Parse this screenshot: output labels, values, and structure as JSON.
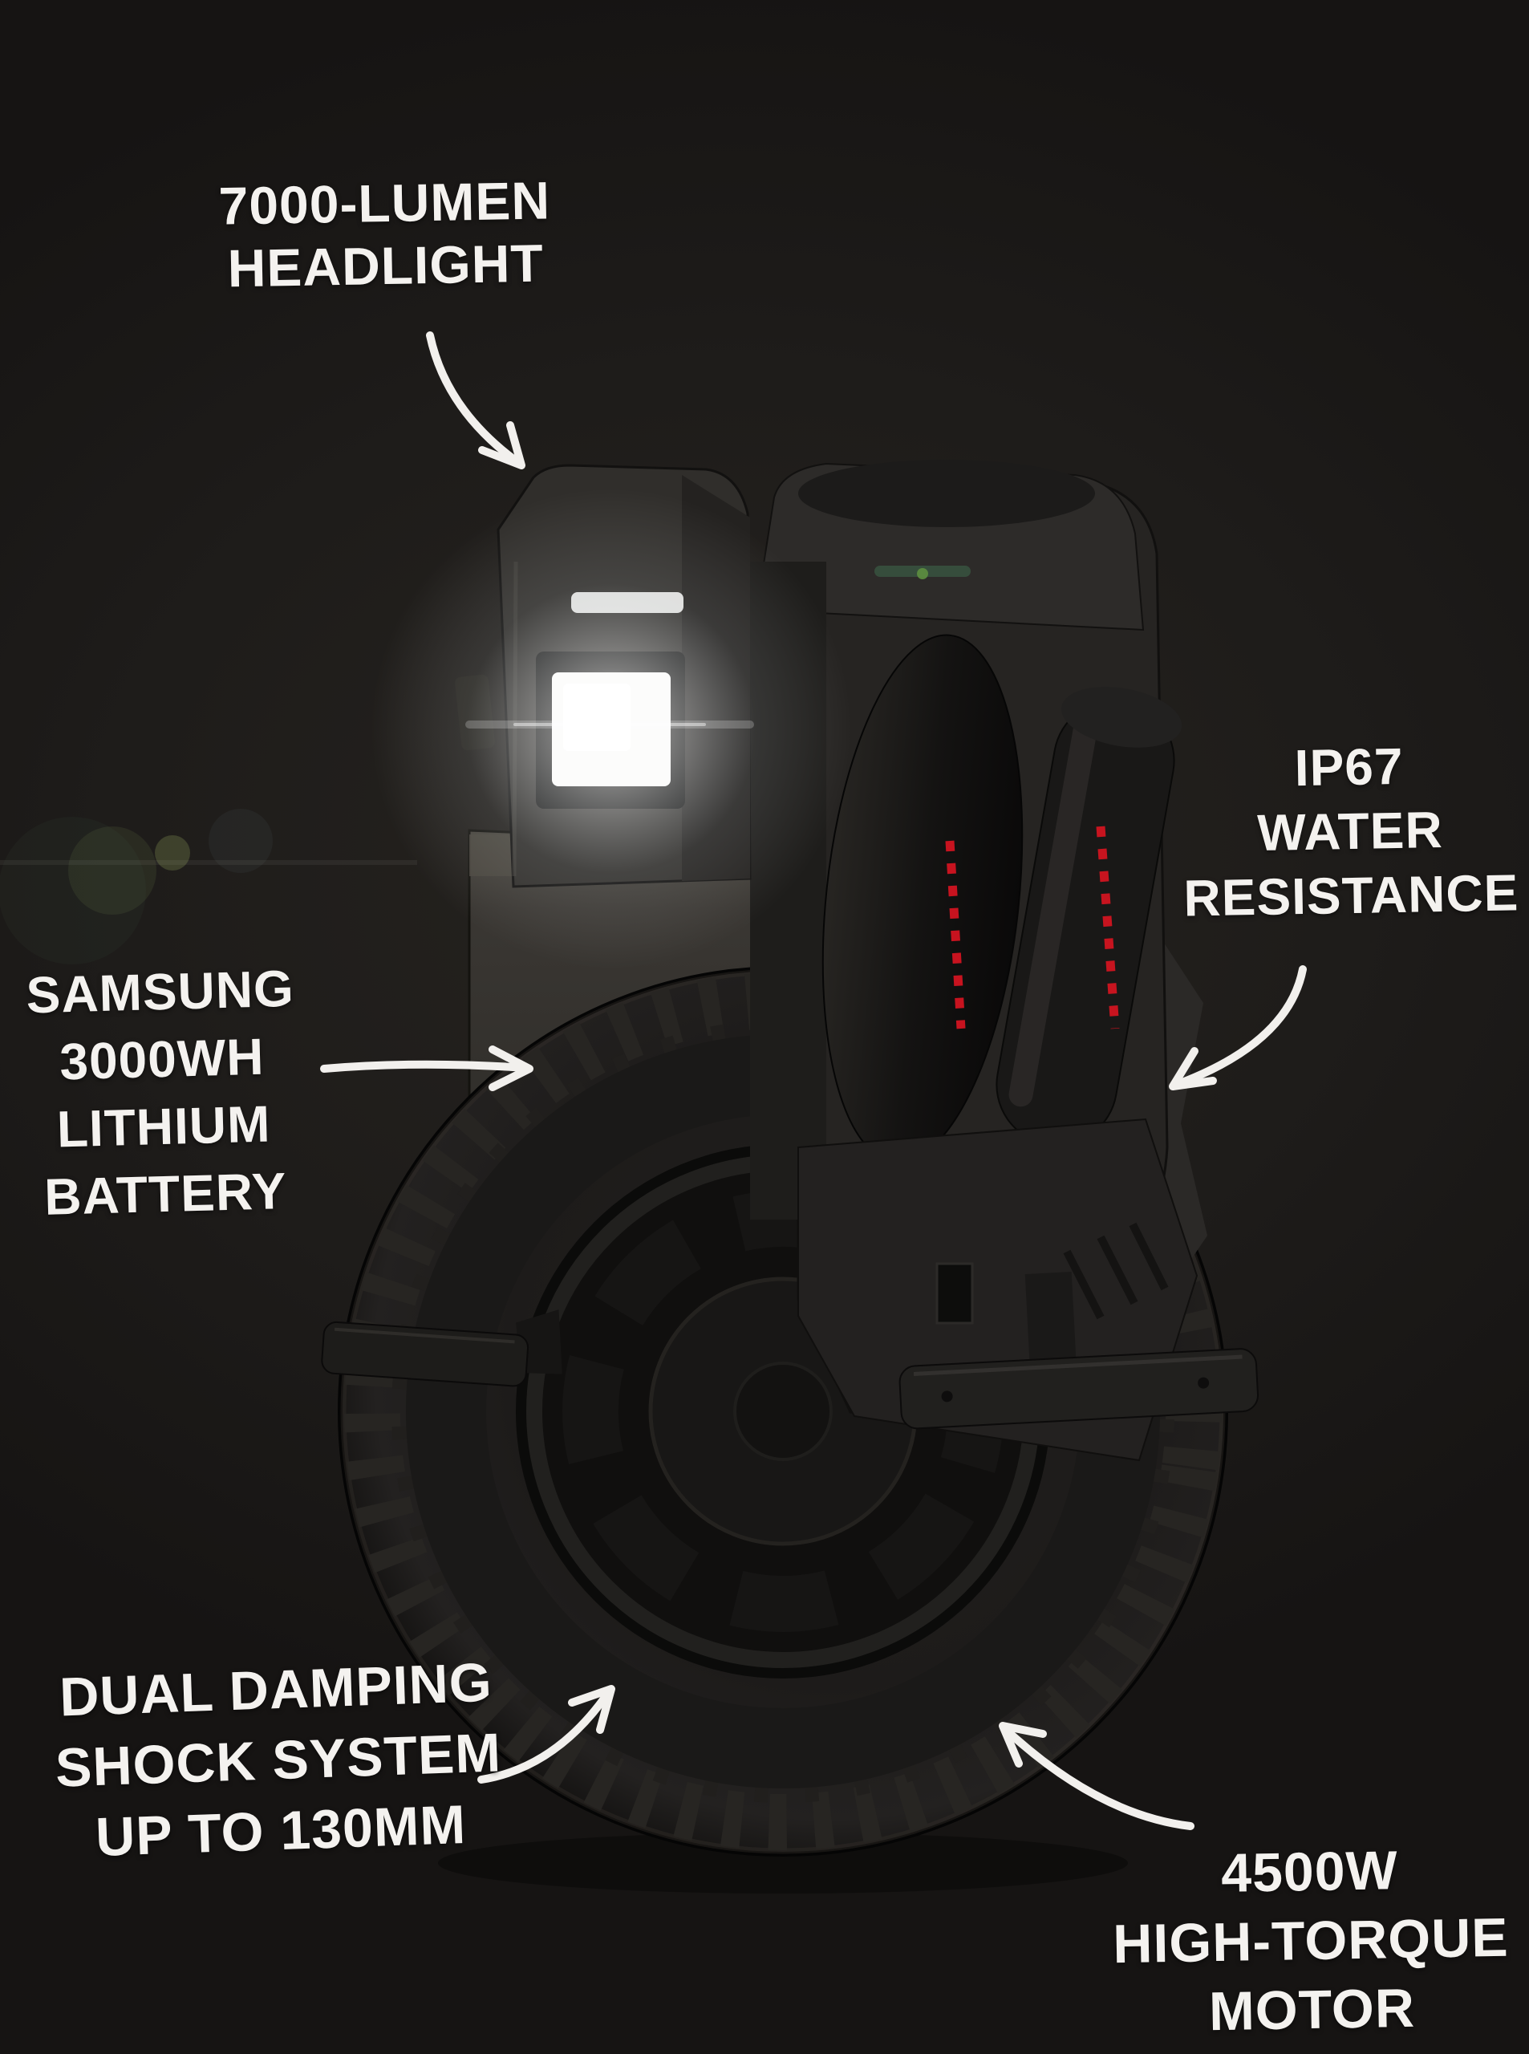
{
  "labels": {
    "headlight": {
      "lines": [
        "7000-LUMEN",
        "HEADLIGHT"
      ]
    },
    "water": {
      "lines": [
        "IP67",
        "WATER",
        "RESISTANCE"
      ]
    },
    "battery": {
      "lines": [
        "SAMSUNG",
        "3000WH",
        "LITHIUM",
        "BATTERY"
      ]
    },
    "shock": {
      "lines": [
        "DUAL DAMPING",
        "SHOCK SYSTEM",
        "UP TO 130MM"
      ]
    },
    "motor": {
      "lines": [
        "4500W",
        "HIGH-TORQUE",
        "MOTOR"
      ]
    }
  },
  "colors": {
    "text": "#f4f2ef",
    "arrow": "#f2f0ed",
    "accent_red": "#d11420",
    "background": "#1e1c1a",
    "headlight": "#ffffff"
  }
}
